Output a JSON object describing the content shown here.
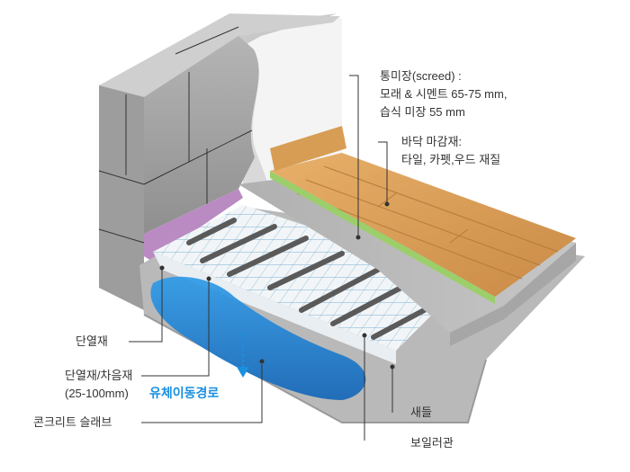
{
  "labels": {
    "screed_line1": "통미장(screed) :",
    "screed_line2": "모래 & 시멘트 65-75 mm,",
    "screed_line3": "습식 미장 55 mm",
    "floor_line1": "바닥 마감재:",
    "floor_line2": "타일, 카펫,우드 재질",
    "insulation": "단열재",
    "acoustic_line1": "단열재/차음재",
    "acoustic_line2": "(25-100mm)",
    "fluid_flow": "유체이동경로",
    "concrete_slab": "콘크리트 슬래브",
    "clips": "새들",
    "boiler_pipe": "보일러관"
  },
  "colors": {
    "fluid": "#1a8fe0",
    "wood": "#d9a05a",
    "insulation_purple": "#b98bc2",
    "concrete": "#a9a9a9"
  }
}
